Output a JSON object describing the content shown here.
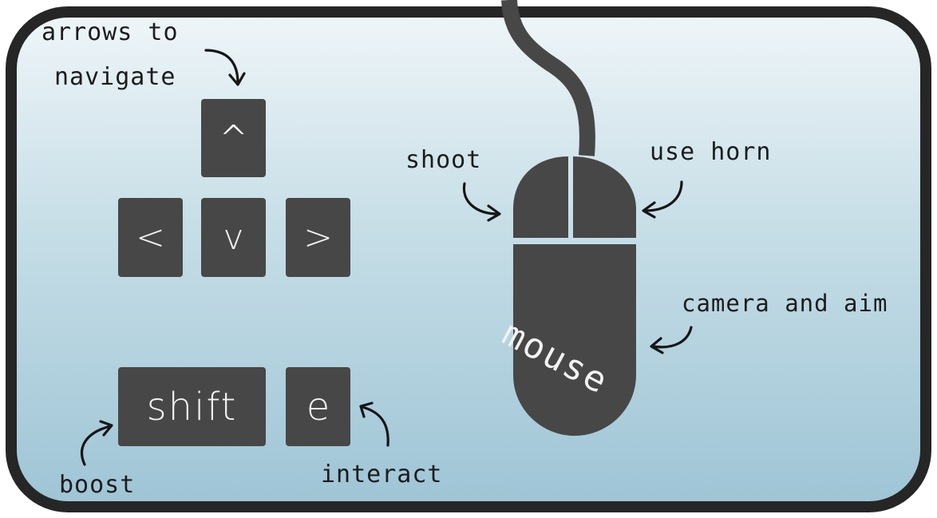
{
  "keys": {
    "up": "^",
    "left": "<",
    "down": "v",
    "right": ">",
    "shift": "shift",
    "e": "e"
  },
  "labels": {
    "arrows_line1": "arrows to",
    "arrows_line2": "navigate",
    "boost": "boost",
    "interact": "interact",
    "shoot": "shoot",
    "use_horn": "use horn",
    "camera_and_aim": "camera and aim",
    "mouse": "mouse"
  },
  "colors": {
    "frame": "#262626",
    "key": "#474747",
    "background_top": "#eef5f8",
    "background_bottom": "#9fc5d6"
  },
  "icons": [
    "curved-arrow-icon",
    "mouse-icon"
  ]
}
